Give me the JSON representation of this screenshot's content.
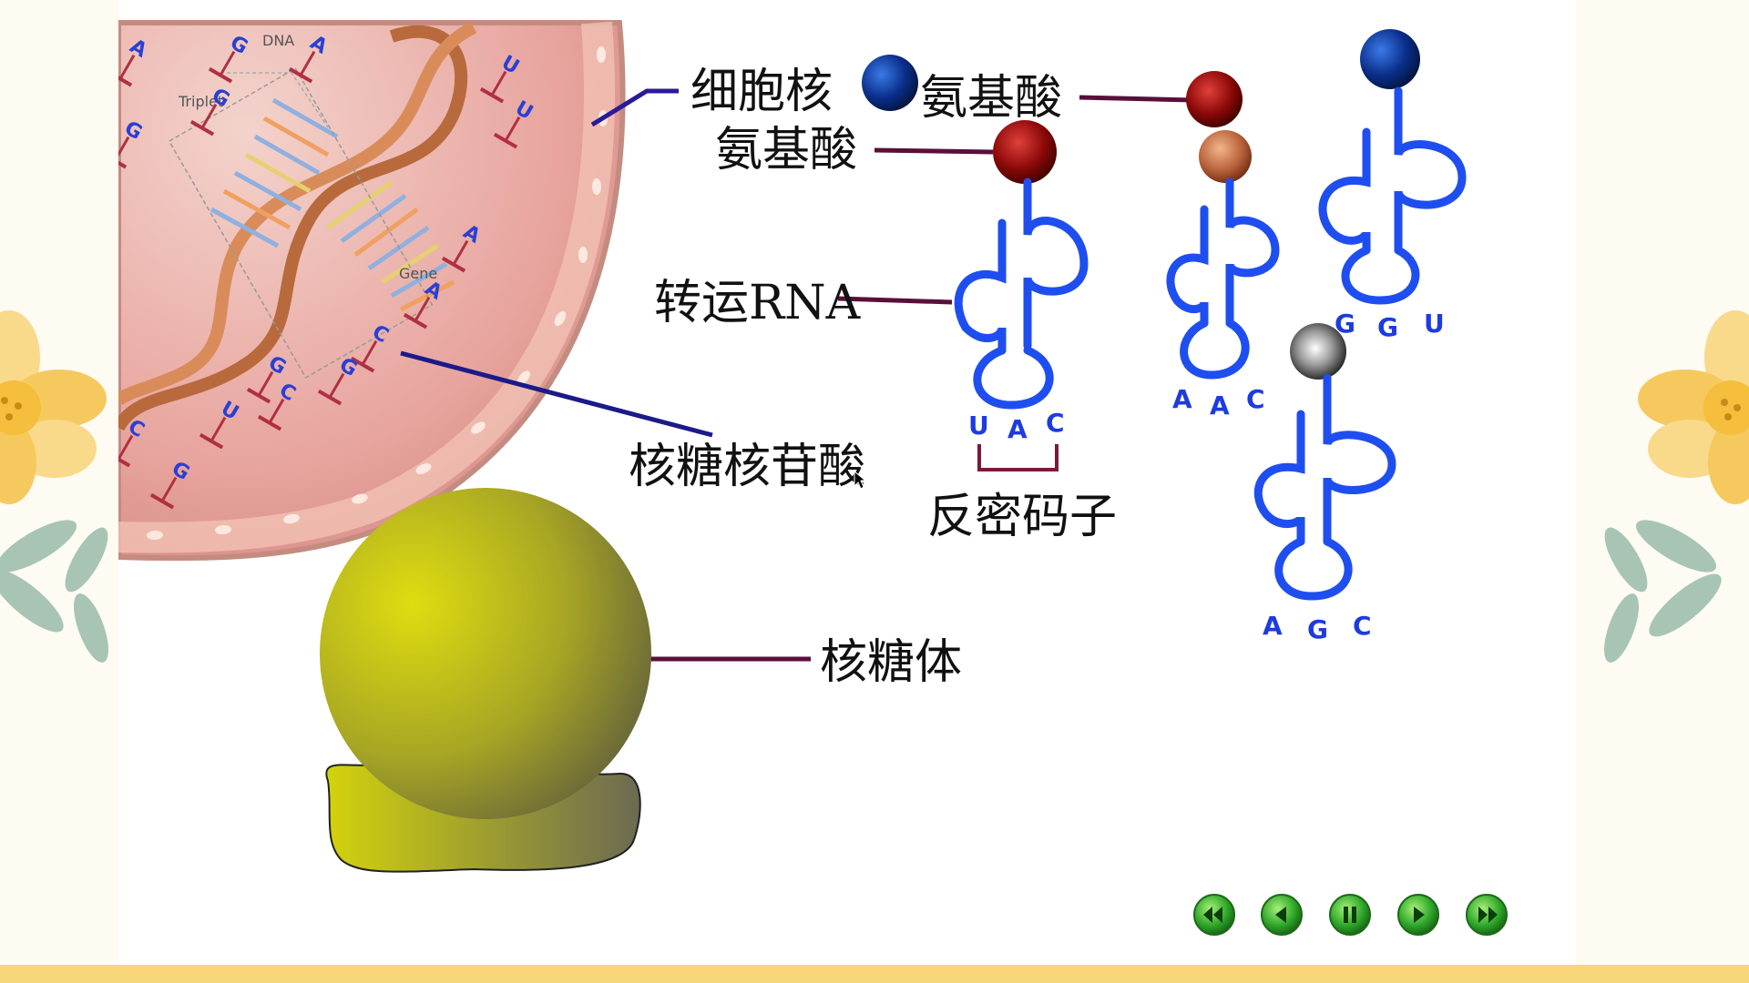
{
  "labels": {
    "nucleus": "细胞核",
    "amino_acid_1": "氨基酸",
    "amino_acid_2": "氨基酸",
    "trna": "转运RNA",
    "ribonucleotide": "核糖核苷酸",
    "anticodon": "反密码子",
    "ribosome": "核糖体"
  },
  "dna_labels": {
    "dna": "DNA",
    "triplet": "Triplet",
    "gene": "Gene"
  },
  "trna_1": {
    "bases": [
      "U",
      "A",
      "C"
    ]
  },
  "trna_2": {
    "bases": [
      "A",
      "A",
      "C"
    ]
  },
  "trna_3": {
    "bases": [
      "G",
      "G",
      "U"
    ]
  },
  "trna_4": {
    "bases": [
      "A",
      "G",
      "C"
    ]
  },
  "nucleotides": [
    "A",
    "G",
    "A",
    "G",
    "U",
    "U",
    "G",
    "A",
    "A",
    "C",
    "G",
    "C",
    "U",
    "G",
    "C",
    "G"
  ],
  "controls": {
    "first": "first-icon",
    "previous": "previous-icon",
    "pause": "pause-icon",
    "next": "next-icon",
    "last": "last-icon"
  },
  "colors": {
    "trna": "#1f4ef0",
    "leader": "#5a0f3a",
    "nucleus": "#e9a9a4",
    "ribosome": "#bcb826",
    "nav": "#2fa82a",
    "accent_band": "#f8d77a"
  }
}
